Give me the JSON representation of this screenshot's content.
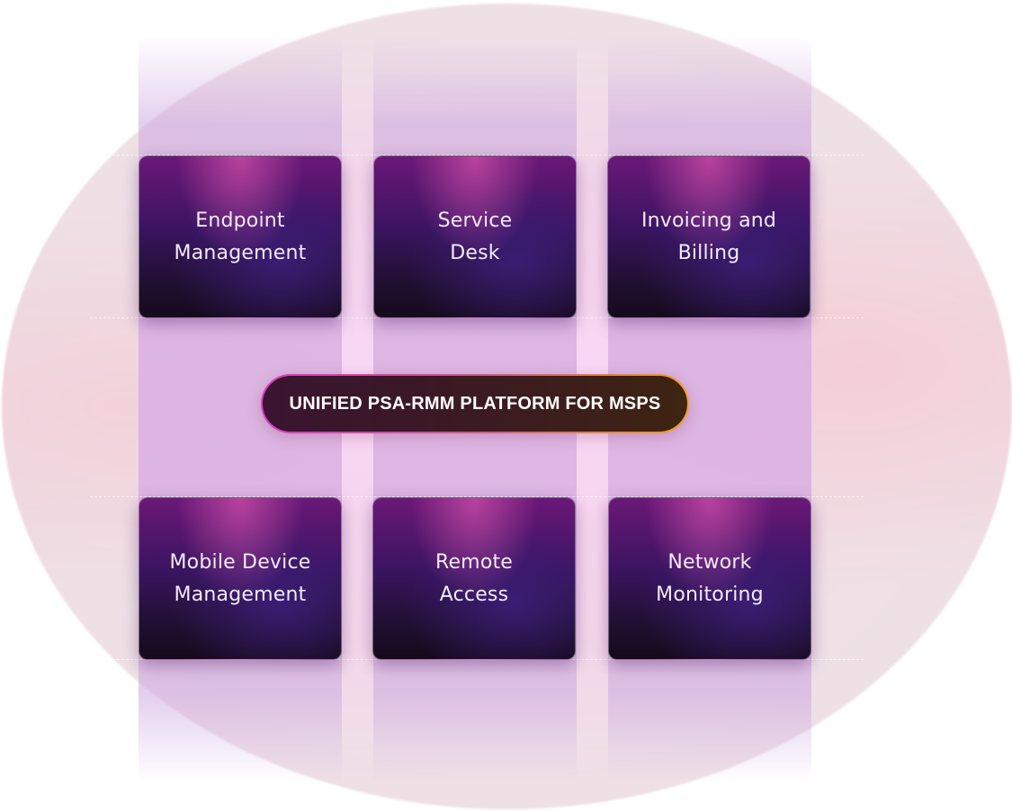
{
  "platform_label": "UNIFIED PSA-RMM PLATFORM FOR MSPS",
  "modules": {
    "top": [
      {
        "line1": "Endpoint",
        "line2": "Management"
      },
      {
        "line1": "Service",
        "line2": "Desk"
      },
      {
        "line1": "Invoicing and",
        "line2": "Billing"
      }
    ],
    "bottom": [
      {
        "line1": "Mobile Device",
        "line2": "Management"
      },
      {
        "line1": "Remote",
        "line2": "Access"
      },
      {
        "line1": "Network",
        "line2": "Monitoring"
      }
    ]
  },
  "colors": {
    "card_top": "#6b1878",
    "card_bottom": "#150a1c",
    "pill_border_start": "#d63cc0",
    "pill_border_end": "#f0a020",
    "background_tint": "#efe1e6"
  }
}
